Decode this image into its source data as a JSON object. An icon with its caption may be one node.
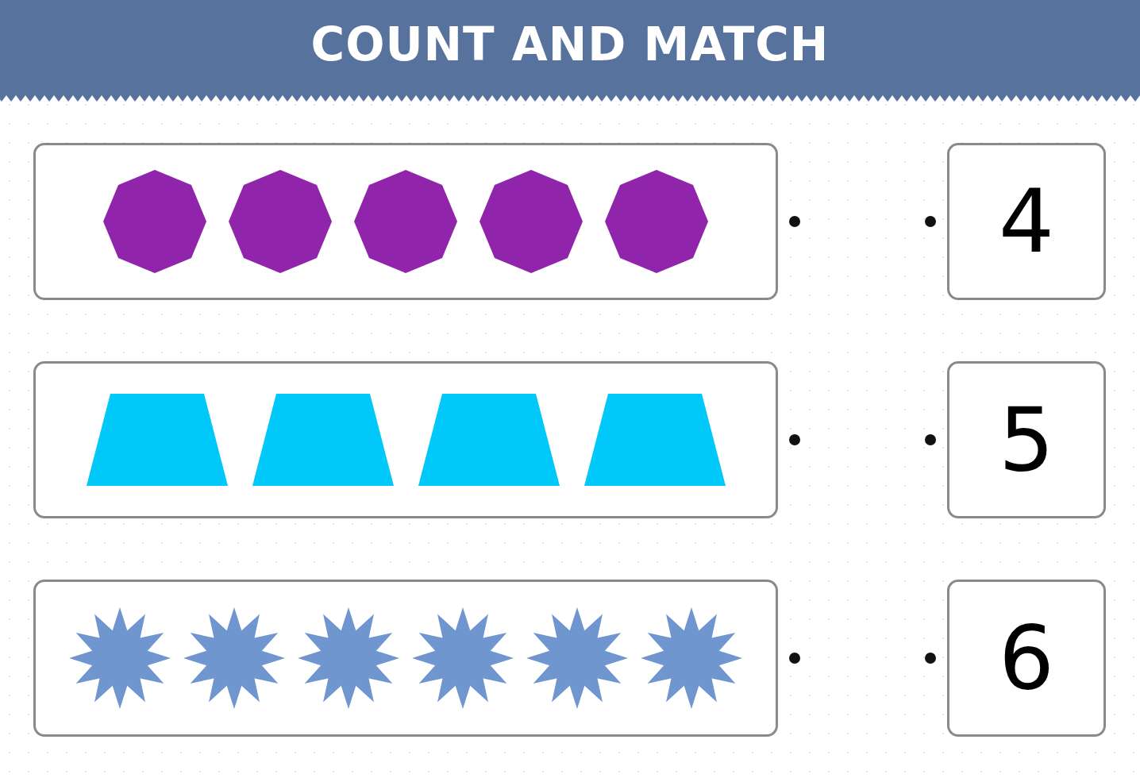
{
  "diagram": {
    "title": "COUNT AND MATCH",
    "nodes": [
      {
        "text": [],
        "shape": "box"
      },
      {
        "text": [],
        "shape": "octagon",
        "in": 0
      },
      {
        "text": [],
        "shape": "octagon",
        "in": 0
      },
      {
        "text": [],
        "shape": "octagon",
        "in": 0
      },
      {
        "text": [],
        "shape": "octagon",
        "in": 0
      },
      {
        "text": [],
        "shape": "octagon",
        "in": 0
      },
      {
        "text": [
          "4"
        ]
      },
      {
        "text": [],
        "shape": "box"
      },
      {
        "text": [],
        "shape": "trapezoid",
        "in": 7
      },
      {
        "text": [],
        "shape": "trapezoid",
        "in": 7
      },
      {
        "text": [],
        "shape": "trapezoid",
        "in": 7
      },
      {
        "text": [],
        "shape": "trapezoid",
        "in": 7
      },
      {
        "text": [
          "5"
        ]
      },
      {
        "text": [],
        "shape": "box"
      },
      {
        "text": [],
        "shape": "star",
        "in": 13
      },
      {
        "text": [],
        "shape": "star",
        "in": 13
      },
      {
        "text": [],
        "shape": "star",
        "in": 13
      },
      {
        "text": [],
        "shape": "star",
        "in": 13
      },
      {
        "text": [],
        "shape": "star",
        "in": 13
      },
      {
        "text": [],
        "shape": "star",
        "in": 13
      },
      {
        "text": [
          "6"
        ]
      }
    ],
    "edges": []
  }
}
